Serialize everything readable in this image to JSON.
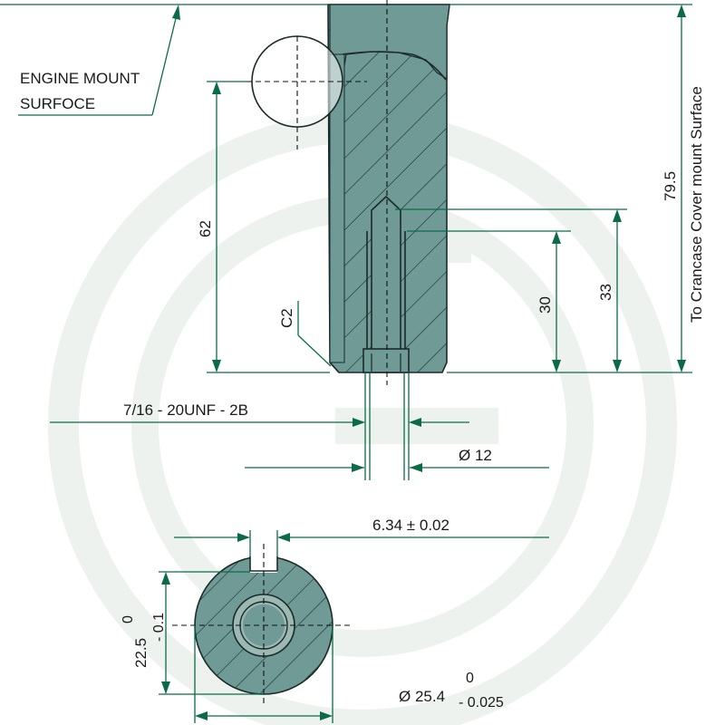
{
  "labels": {
    "engine_mount_line1": "ENGINE MOUNT",
    "engine_mount_line2": "SURFOCE",
    "dim_62": "62",
    "dim_c2": "C2",
    "dim_30": "30",
    "dim_33": "33",
    "dim_79_5": "79.5",
    "crankcase_note": "To Crancase Cover mount Surface",
    "thread": "7/16 - 20UNF - 2B",
    "dia_12": "Ø 12",
    "keyway": "6.34 ± 0.02",
    "dia_25_4": "Ø 25.4",
    "dia_25_4_upper": "0",
    "dia_25_4_lower": "- 0.025",
    "height_22_5": "22.5",
    "height_22_5_upper": "0",
    "height_22_5_lower": "- 0.1"
  },
  "colors": {
    "dimension_lines": "#0b6b47",
    "shaft_fill": "#6f9a95",
    "shaft_fill_light": "#9bb8b3",
    "watermark": "#eef2ef"
  }
}
